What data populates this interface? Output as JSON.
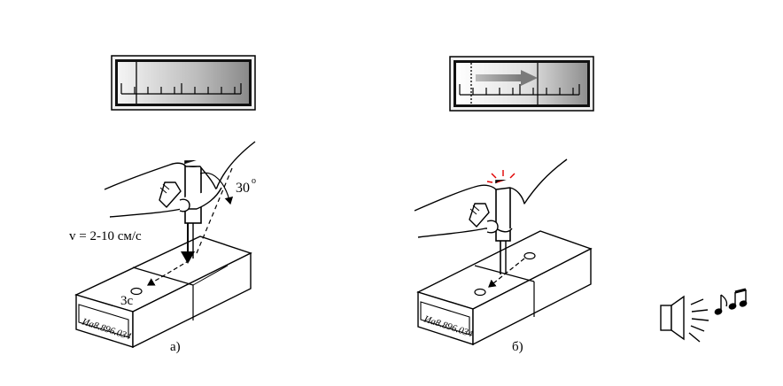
{
  "panel_a": {
    "speed_label": "v = 2-10 см/с",
    "angle_label": "30",
    "angle_unit": "o",
    "time_label": "3с",
    "block_marking": "Иа8.896.034",
    "caption": "а)"
  },
  "panel_b": {
    "block_marking": "Иа8.896.034",
    "caption": "б)"
  },
  "icons": [
    "speaker-icon",
    "music-notes-icon",
    "probe-indicator-icon"
  ],
  "colors": {
    "indicator_light": "#e00000",
    "meter_face": "#cfcfcf",
    "arrow": "#888888"
  }
}
